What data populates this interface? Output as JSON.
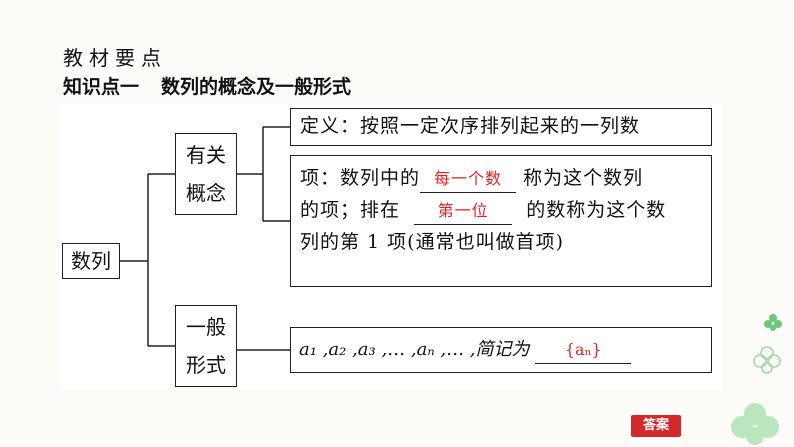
{
  "header": {
    "section_label": "教材要点",
    "knowledge_title": "知识点一",
    "knowledge_topic": "数列的概念及一般形式"
  },
  "diagram": {
    "root": "数列",
    "concept_line1": "有关",
    "concept_line2": "概念",
    "general_line1": "一般",
    "general_line2": "形式",
    "definition": "定义：按照一定次序排列起来的一列数",
    "term_part1": "项：数列中的",
    "term_blank1": "每一个数",
    "term_part2": "称为这个数列",
    "term_part3": "的项；排在",
    "term_blank2": "第一位",
    "term_part4": "的数称为这个数",
    "term_part5": "列的第 1 项(通常也叫做首项)",
    "formula_text": "a₁ ,a₂ ,a₃ ,… ,aₙ ,… ,简记为",
    "formula_blank": "{aₙ}"
  },
  "answer_button": "答案",
  "colors": {
    "fill_in": "#e02424",
    "answer_bg": "#d22a2a",
    "clover": "#7fcf8a"
  }
}
